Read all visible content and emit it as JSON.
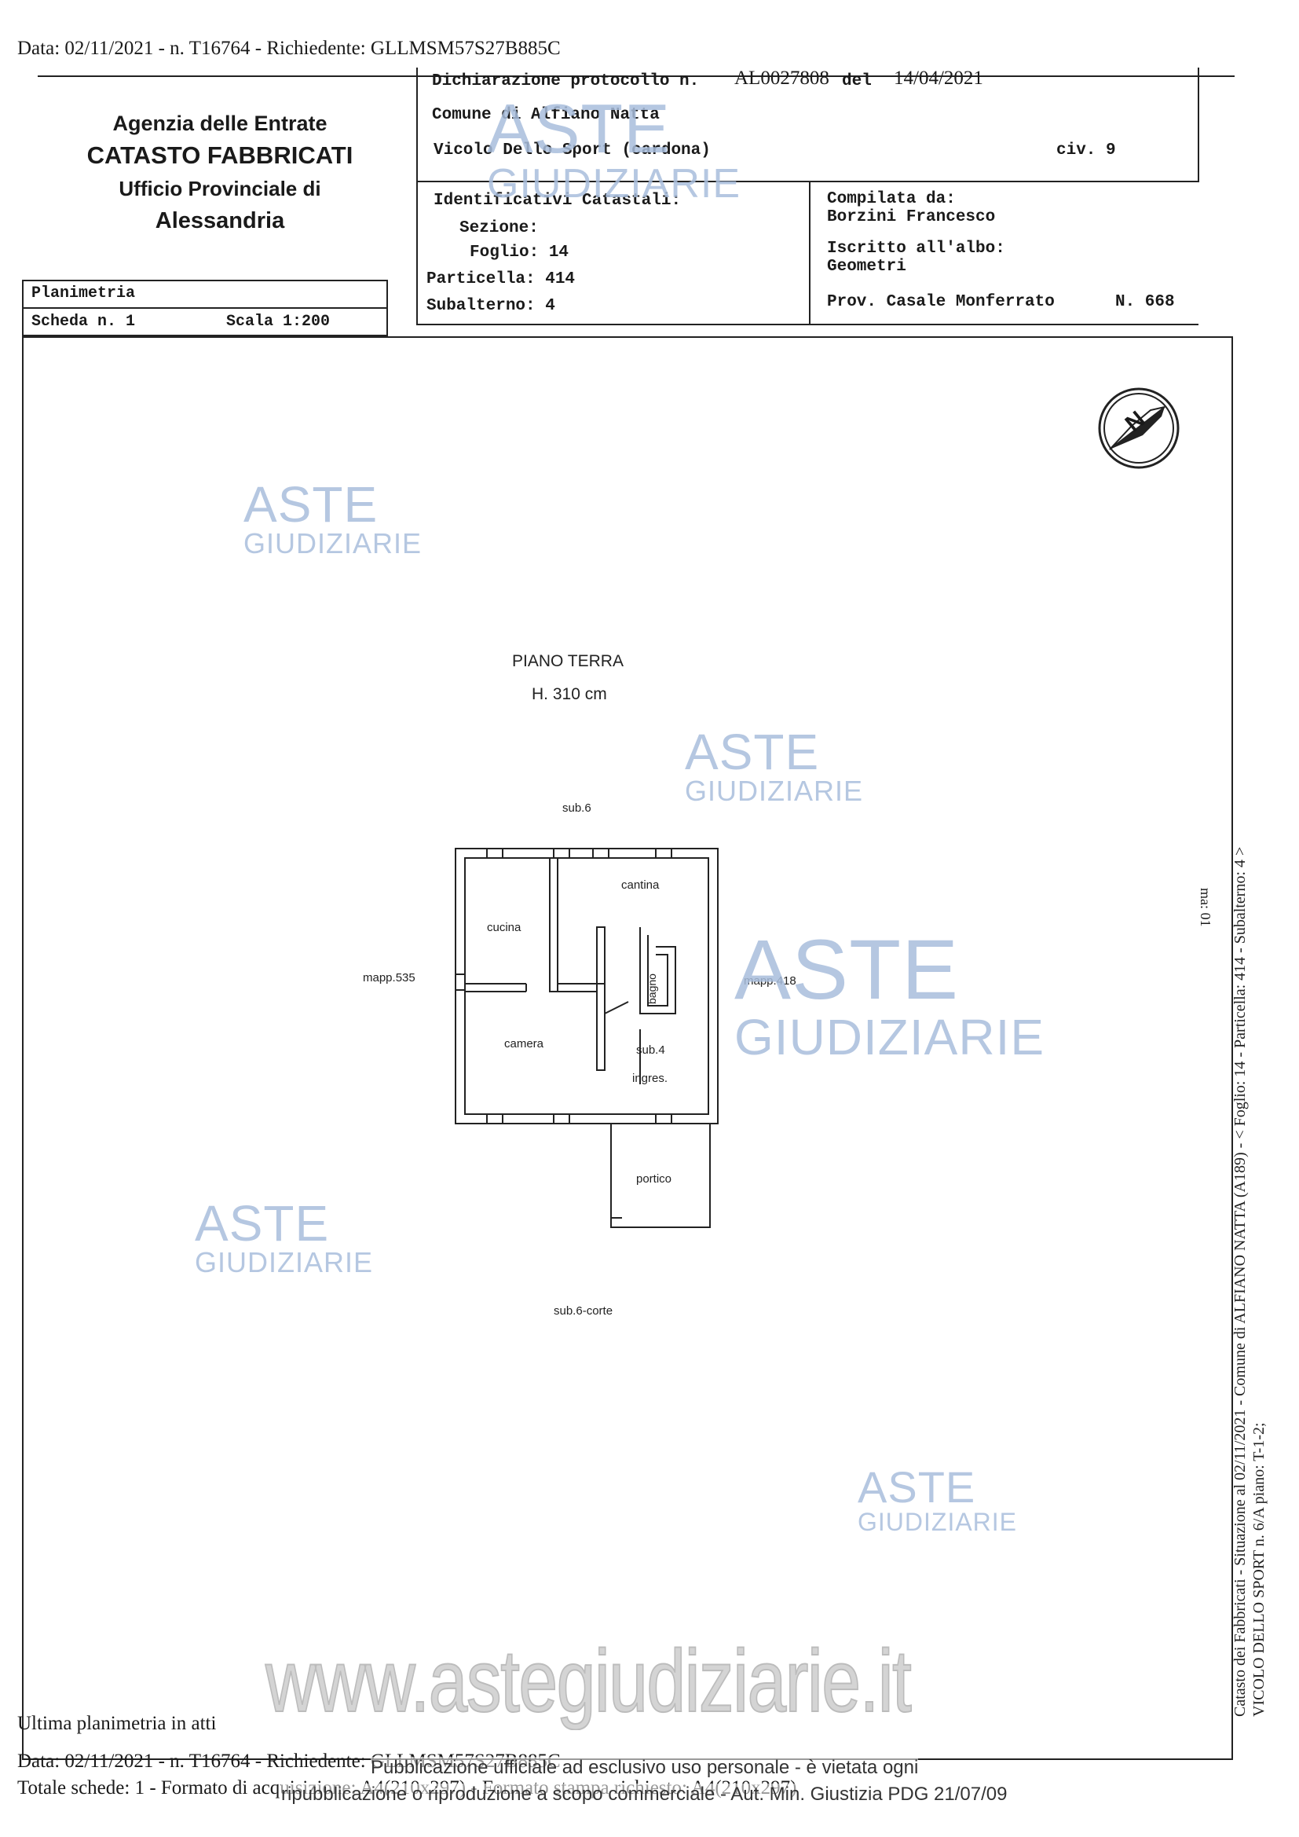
{
  "top_line": "Data: 02/11/2021 - n. T16764 - Richiedente: GLLMSM57S27B885C",
  "agency": {
    "line1": "Agenzia delle Entrate",
    "line2": "CATASTO FABBRICATI",
    "line3": "Ufficio Provinciale di",
    "line4": "Alessandria"
  },
  "declaration": {
    "protocol_label": "Dichiarazione protocollo n.",
    "protocol_number": "AL0027808",
    "del_label": "del",
    "date": "14/04/2021",
    "comune": "Comune di Alfiano Natta",
    "address": "Vicolo Dello Sport (cardona)",
    "civ": "civ. 9"
  },
  "identificativi": {
    "title": "Identificativi Catastali:",
    "sezione": "Sezione:",
    "foglio": "Foglio: 14",
    "particella": "Particella: 414",
    "subalterno": "Subalterno: 4"
  },
  "compilata": {
    "title": "Compilata da:",
    "name": "Borzini Francesco",
    "iscritto": "Iscritto all'albo:",
    "albo": "Geometri",
    "prov": "Prov. Casale Monferrato",
    "num": "N. 668"
  },
  "planimetria": {
    "label": "Planimetria",
    "scheda": "Scheda n. 1",
    "scala": "Scala 1:200"
  },
  "plan": {
    "title": "PIANO TERRA",
    "height": "H. 310 cm",
    "north": "N",
    "labels": {
      "sub6": "sub.6",
      "mapp535": "mapp.535",
      "mapp418": "mapp.418",
      "cucina": "cucina",
      "cantina": "cantina",
      "bagno": "bagno",
      "camera": "camera",
      "sub4": "sub.4",
      "ingres": "ingres.",
      "portico": "portico",
      "corte": "sub.6-corte"
    }
  },
  "watermark": {
    "aste": "ASTE",
    "giudiziarie": "GIUDIZIARIE",
    "url": "www.astegiudiziarie.it"
  },
  "side_text": {
    "line1": "Catasto dei Fabbricati - Situazione al 02/11/2021 - Comune di ALFIANO NATTA (A189) - < Foglio: 14 - Particella: 414 - Subalterno: 4 >",
    "line2": "VICOLO DELLO SPORT n. 6/A piano: T-1-2;",
    "stamp": "ma: 01"
  },
  "footer": {
    "ultima": "Ultima planimetria in atti",
    "data": "Data: 02/11/2021 - n. T16764 - Richiedente: GLLMSM57S27B885C",
    "totale": "Totale schede: 1 - Formato di acquisizione: A4(210x297) - Formato stampa richiesto: A4(210x297)",
    "pub1": "Pubblicazione ufficiale ad esclusivo uso personale - è vietata ogni",
    "pub2": "ripubblicazione o riproduzione a scopo commerciale - Aut. Min. Giustizia PDG 21/07/09"
  }
}
